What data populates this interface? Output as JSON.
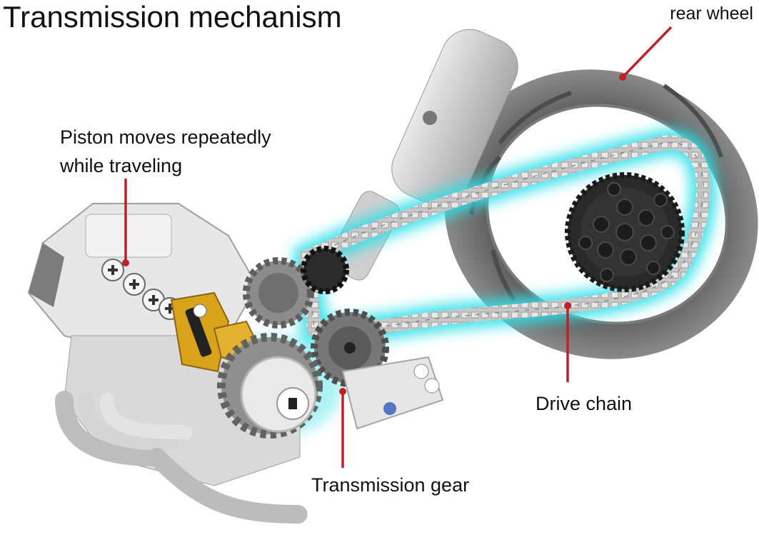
{
  "title": "Transmission mechanism",
  "labels": {
    "rear_wheel": "rear wheel",
    "piston_line1": "Piston moves repeatedly",
    "piston_line2": "while traveling",
    "drive_chain": "Drive chain",
    "transmission_gear": "Transmission gear"
  },
  "colors": {
    "callout_line": "#c0202a",
    "glow": "#2fe0e8",
    "tire": "#6e6e6e",
    "sprocket": "#2a2a2a",
    "gear": "#8c8c8c",
    "yellow_part": "#d9a21b",
    "light_parts": "#d8d8d8"
  }
}
